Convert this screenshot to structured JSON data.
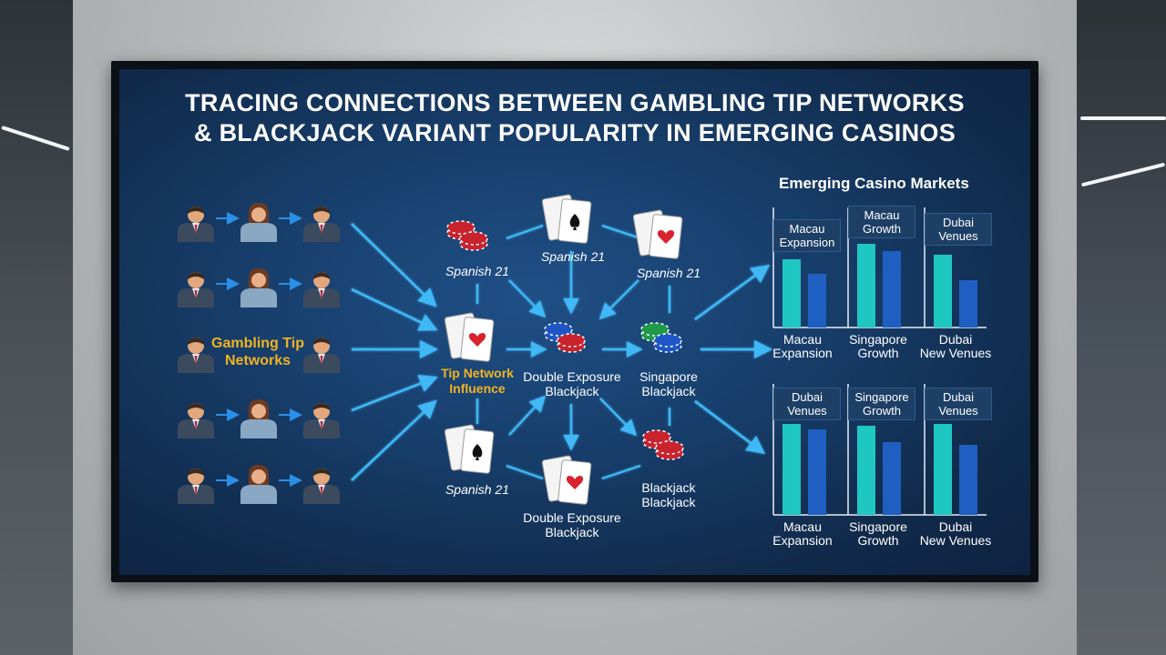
{
  "title_line1": "TRACING CONNECTIONS BETWEEN GAMBLING TIP NETWORKS",
  "title_line2": "& BLACKJACK VARIANT POPULARITY IN EMERGING CASINOS",
  "network_label_line1": "Gambling Tip",
  "network_label_line2": "Networks",
  "hub_label_line1": "Tip Network",
  "hub_label_line2": "Influence",
  "variants": {
    "top_left": "Spanish 21",
    "top_mid": "Spanish 21",
    "top_right": "Spanish 21",
    "mid_center_line1": "Double Exposure",
    "mid_center_line2": "Blackjack",
    "mid_right_line1": "Singapore",
    "mid_right_line2": "Blackjack",
    "bottom_left": "Spanish 21",
    "bottom_mid_line1": "Double Exposure",
    "bottom_mid_line2": "Blackjack",
    "bottom_right_line1": "Blackjack",
    "bottom_right_line2": "Blackjack"
  },
  "markets_title": "Emerging Casino Markets",
  "top_chart": {
    "tags": [
      [
        "Macau",
        "Expansion"
      ],
      [
        "Macau",
        "Growth"
      ],
      [
        "Dubai",
        "Venues"
      ]
    ],
    "categories": [
      [
        "Macau",
        "Expansion"
      ],
      [
        "Singapore",
        "Growth"
      ],
      [
        "Dubai",
        "New Venues"
      ]
    ]
  },
  "bottom_chart": {
    "tags": [
      [
        "Dubai",
        "Venues"
      ],
      [
        "Singapore",
        "Growth"
      ],
      [
        "Dubai",
        "Venues"
      ]
    ],
    "categories": [
      [
        "Macau",
        "Expansion"
      ],
      [
        "Singapore",
        "Growth"
      ],
      [
        "Dubai",
        "New Venues"
      ]
    ]
  },
  "colors": {
    "teal": "#1fc7c2",
    "blue": "#1f5fc2",
    "arrow": "#3fb8f5",
    "gold": "#f0b324"
  }
}
